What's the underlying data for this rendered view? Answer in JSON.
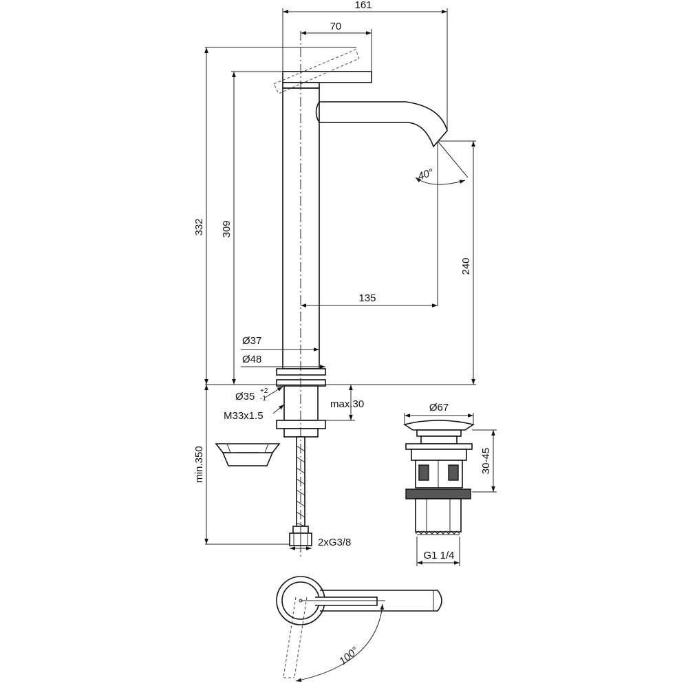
{
  "dims": {
    "width_overall": "161",
    "lever_offset": "70",
    "height_overall": "332",
    "height_body": "309",
    "angle_spout": "40°",
    "spout_height": "240",
    "reach": "135",
    "dia_body": "Ø37",
    "dia_base": "Ø48",
    "hole_dia": "Ø35",
    "hole_tol_plus": "+2",
    "hole_tol_minus": "-1",
    "thread": "M33x1.5",
    "max_deck": "max.30",
    "min_length": "min.350",
    "connection": "2xG3/8",
    "waste_dia": "Ø67",
    "waste_range": "30-45",
    "waste_thread": "G1 1/4",
    "rotation_angle": "100°"
  }
}
